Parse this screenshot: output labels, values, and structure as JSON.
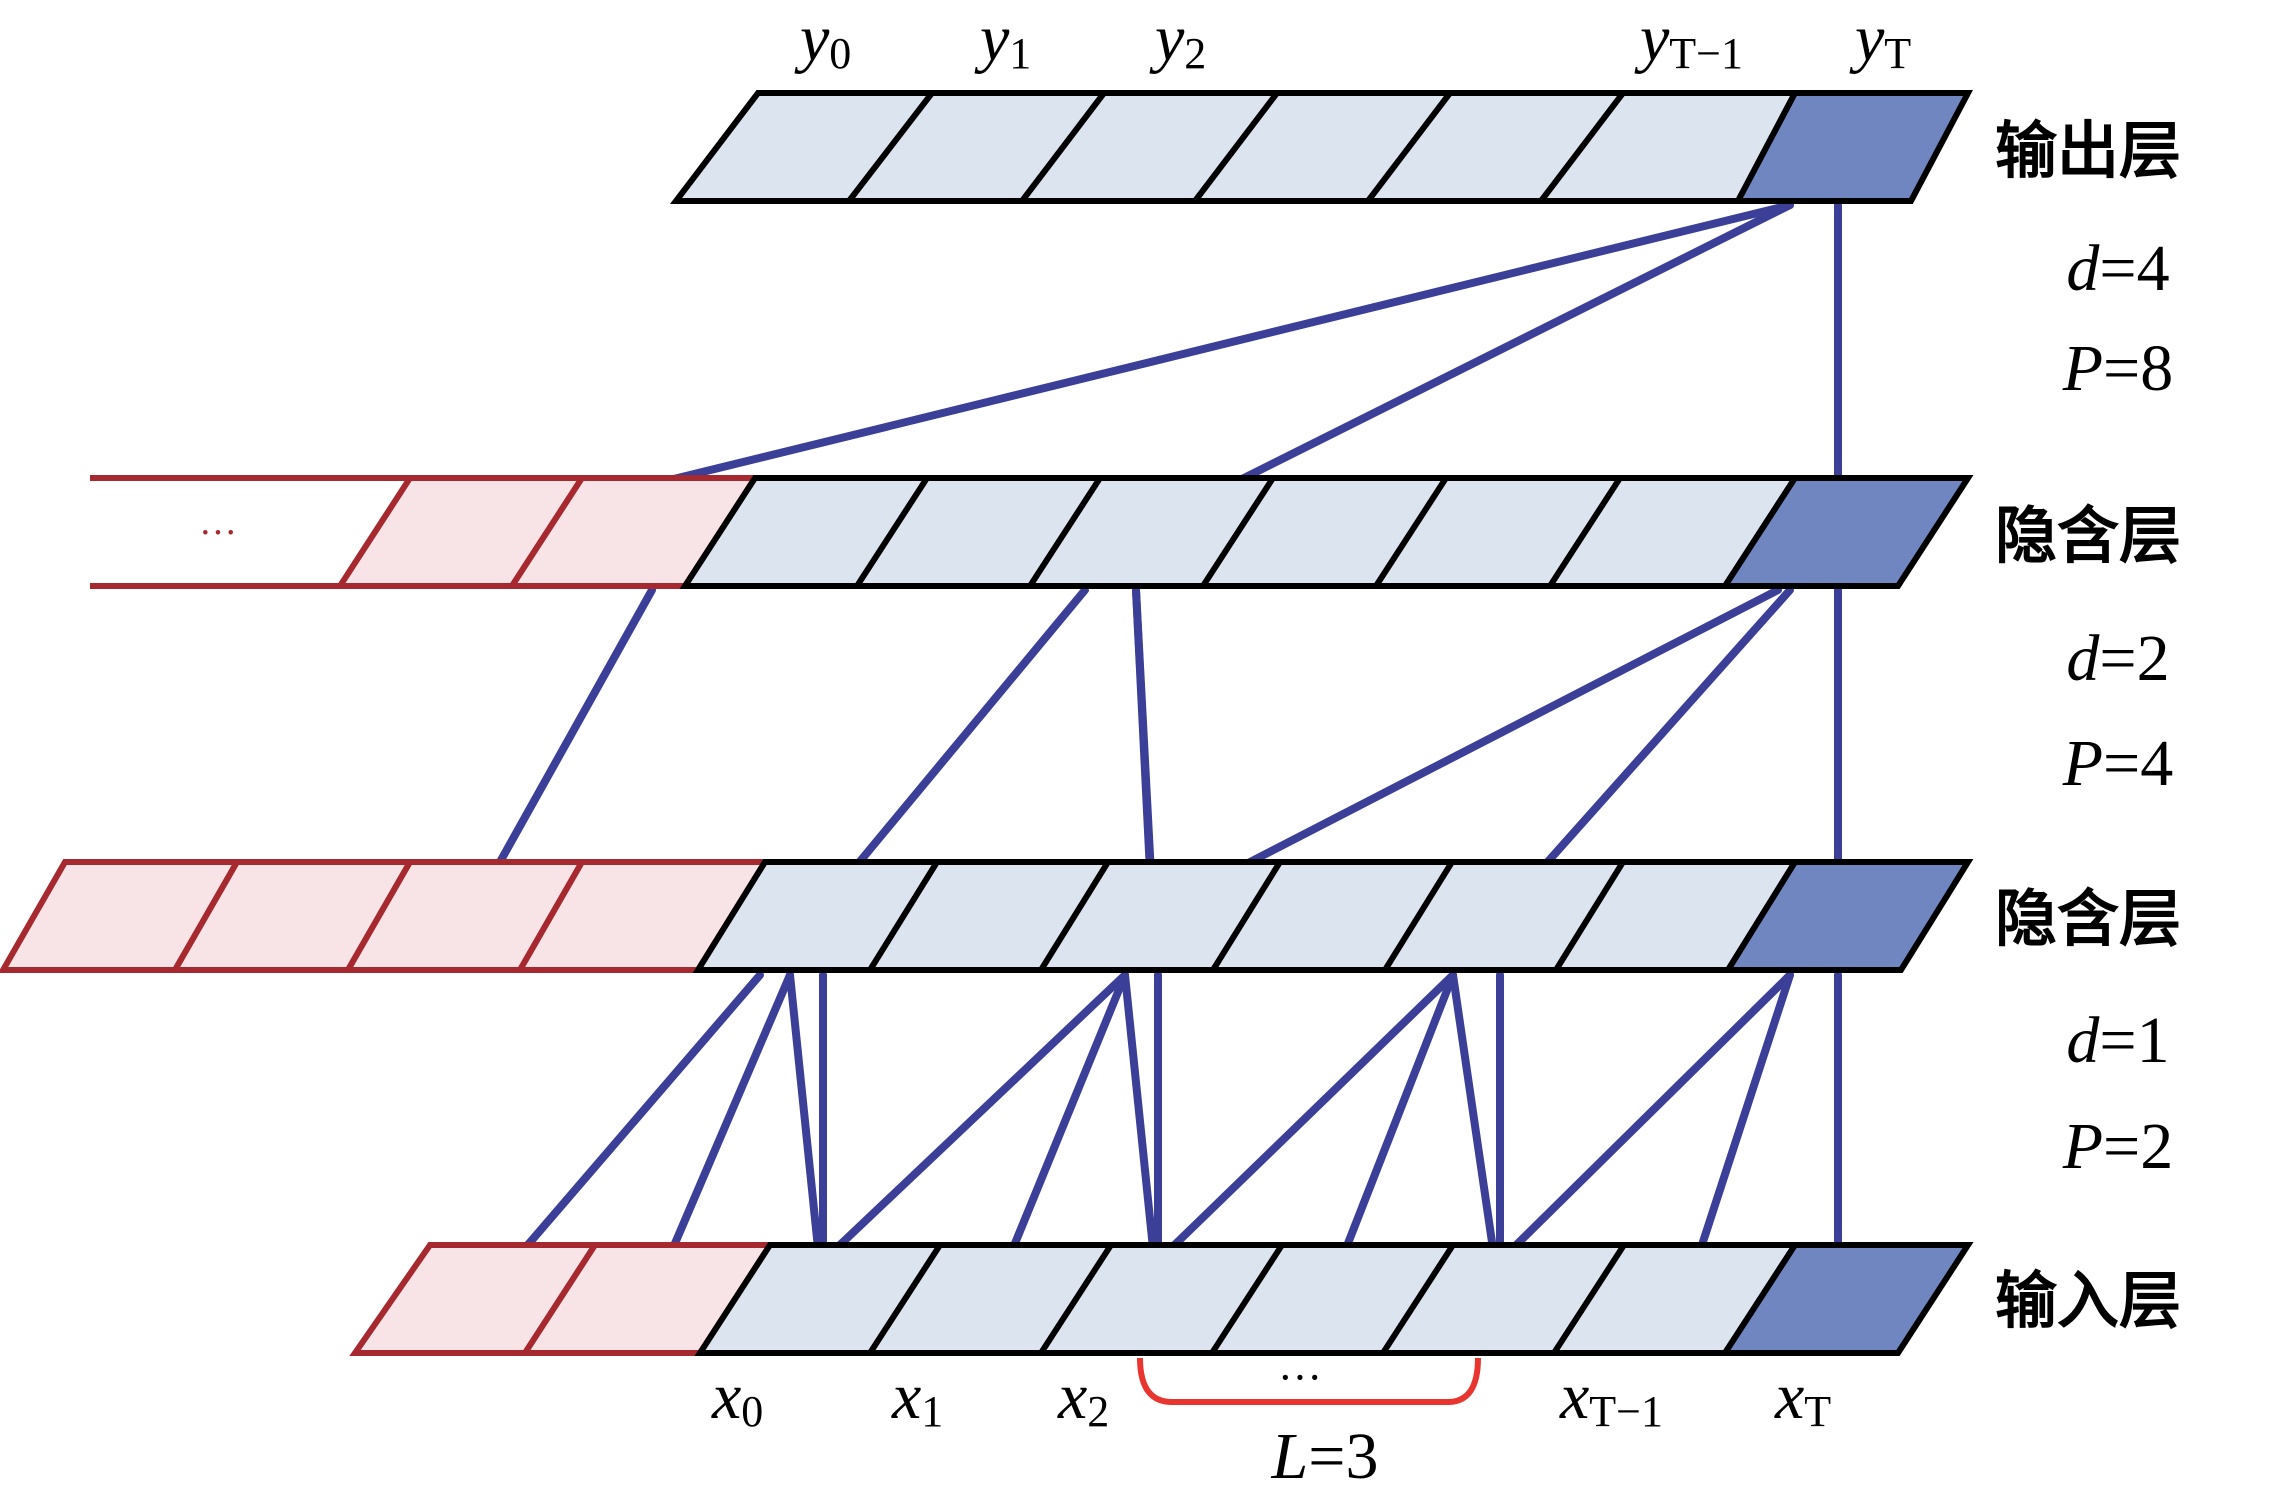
{
  "colors": {
    "cell_fill": "#dce4f0",
    "last_cell_fill": "#6f86c0",
    "pad_fill": "#f8e3e7",
    "pad_stroke": "#a5292e",
    "connection": "#3b3f98",
    "outline": "#000000",
    "brace": "#e8352f"
  },
  "layers": [
    {
      "name": "输出层"
    },
    {
      "name": "隐含层",
      "d_label": "d=4",
      "d_value": "4",
      "p_label": "P=8",
      "p_value": "8"
    },
    {
      "name": "隐含层",
      "d_label": "d=2",
      "d_value": "2",
      "p_label": "P=4",
      "p_value": "4"
    },
    {
      "name": "输入层",
      "d_label": "d=1",
      "d_value": "1",
      "p_label": "P=2",
      "p_value": "2"
    }
  ],
  "output_labels": [
    {
      "base": "y",
      "sub": "0"
    },
    {
      "base": "y",
      "sub": "1"
    },
    {
      "base": "y",
      "sub": "2"
    },
    {
      "base": "y",
      "sub": "T−1"
    },
    {
      "base": "y",
      "sub": "T"
    }
  ],
  "input_labels": [
    {
      "base": "x",
      "sub": "0"
    },
    {
      "base": "x",
      "sub": "1"
    },
    {
      "base": "x",
      "sub": "2"
    },
    {
      "base": "x",
      "sub": "T−1"
    },
    {
      "base": "x",
      "sub": "T"
    }
  ],
  "ellipsis": "···",
  "kernel_label": {
    "var": "L",
    "rest": "=3"
  }
}
